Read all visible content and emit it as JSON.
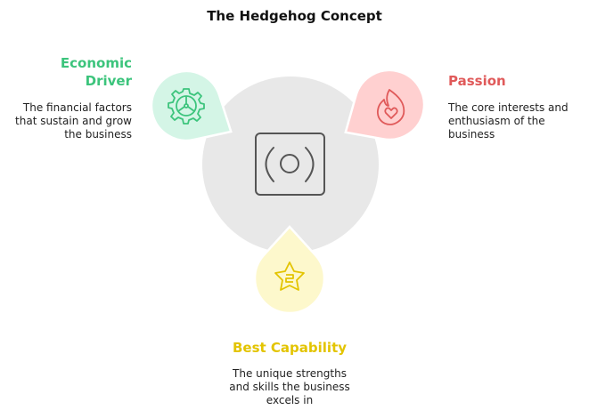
{
  "title": "The Hedgehog Concept",
  "sections": {
    "economic": {
      "heading": "Economic\nDriver",
      "heading_line1": "Economic",
      "heading_line2": "Driver",
      "description": "The financial factors\nthat sustain and grow\nthe business",
      "icon": "gear-icon",
      "color": "#3cc47c",
      "fill": "#d4f5e6"
    },
    "passion": {
      "heading": "Passion",
      "description": "The core interests and\nenthusiasm of the\nbusiness",
      "icon": "flame-heart-icon",
      "color": "#e05a5a",
      "fill": "#ffd0d0"
    },
    "capability": {
      "heading": "Best Capability",
      "description": "The unique strengths\nand skills the business\nexcels in",
      "icon": "star-icon",
      "color": "#e3c400",
      "fill": "#fdf8cc"
    }
  },
  "center": {
    "icon": "hedgehog-core-icon",
    "fill": "#e8e8e8"
  }
}
